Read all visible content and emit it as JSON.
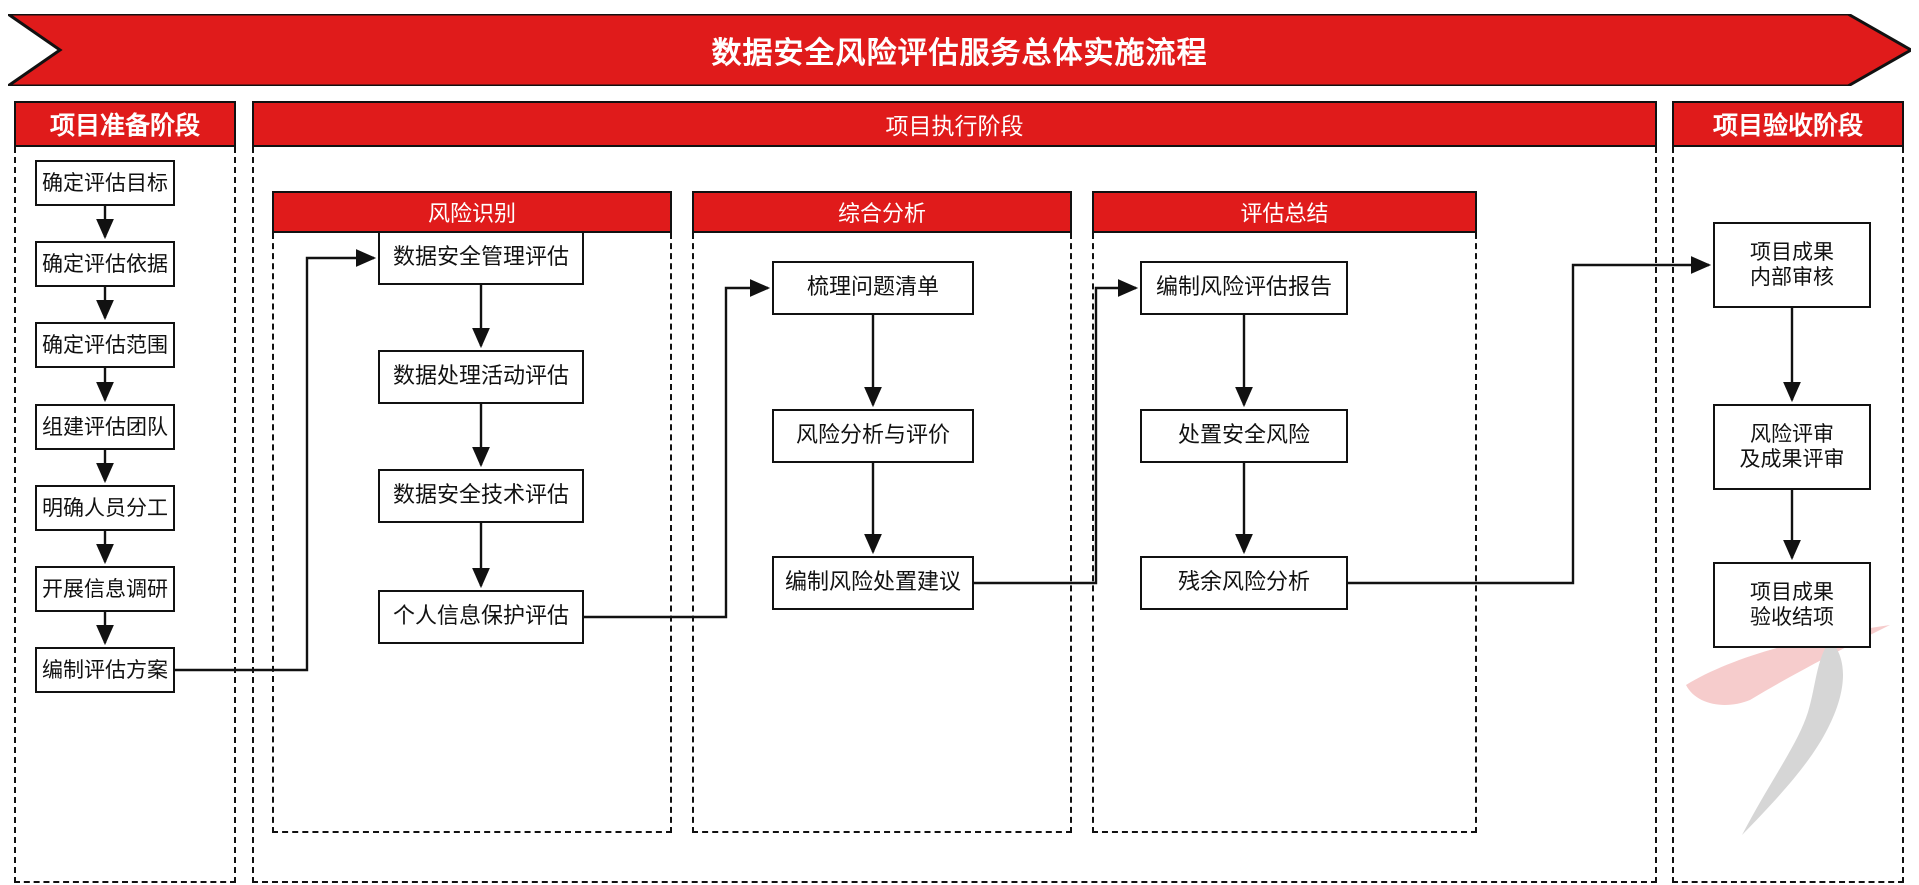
{
  "title": "数据安全风险评估服务总体实施流程",
  "colors": {
    "brand_red": "#e01b1b",
    "outline": "#111111",
    "page_bg": "#ffffff",
    "watermark_pink": "#f6cccc",
    "watermark_grey": "#d4d4d4"
  },
  "phases": {
    "prepare": {
      "header": "项目准备阶段",
      "nodes": [
        "确定评估目标",
        "确定评估依据",
        "确定评估范围",
        "组建评估团队",
        "明确人员分工",
        "开展信息调研",
        "编制评估方案"
      ]
    },
    "execute": {
      "header": "项目执行阶段",
      "groups": [
        {
          "header": "风险识别",
          "nodes": [
            "数据安全管理评估",
            "数据处理活动评估",
            "数据安全技术评估",
            "个人信息保护评估"
          ]
        },
        {
          "header": "综合分析",
          "nodes": [
            "梳理问题清单",
            "风险分析与评价",
            "编制风险处置建议"
          ]
        },
        {
          "header": "评估总结",
          "nodes": [
            "编制风险评估报告",
            "处置安全风险",
            "残余风险分析"
          ]
        }
      ]
    },
    "accept": {
      "header": "项目验收阶段",
      "nodes": [
        "项目成果\n内部审核",
        "风险评审\n及成果评审",
        "项目成果\n验收结项"
      ]
    }
  },
  "flow": {
    "type": "flowchart",
    "direction": "left-to-right swimlanes with vertical sequences",
    "edges": [
      {
        "from": "确定评估目标",
        "to": "确定评估依据",
        "kind": "arrow-down"
      },
      {
        "from": "确定评估依据",
        "to": "确定评估范围",
        "kind": "arrow-down"
      },
      {
        "from": "确定评估范围",
        "to": "组建评估团队",
        "kind": "arrow-down"
      },
      {
        "from": "组建评估团队",
        "to": "明确人员分工",
        "kind": "arrow-down"
      },
      {
        "from": "明确人员分工",
        "to": "开展信息调研",
        "kind": "arrow-down"
      },
      {
        "from": "开展信息调研",
        "to": "编制评估方案",
        "kind": "arrow-down"
      },
      {
        "from": "编制评估方案",
        "to": "数据安全管理评估",
        "kind": "elbow-right-up"
      },
      {
        "from": "数据安全管理评估",
        "to": "数据处理活动评估",
        "kind": "arrow-down"
      },
      {
        "from": "数据处理活动评估",
        "to": "数据安全技术评估",
        "kind": "arrow-down"
      },
      {
        "from": "数据安全技术评估",
        "to": "个人信息保护评估",
        "kind": "arrow-down"
      },
      {
        "from": "个人信息保护评估",
        "to": "梳理问题清单",
        "kind": "elbow-right-up"
      },
      {
        "from": "梳理问题清单",
        "to": "风险分析与评价",
        "kind": "arrow-down"
      },
      {
        "from": "风险分析与评价",
        "to": "编制风险处置建议",
        "kind": "arrow-down"
      },
      {
        "from": "编制风险处置建议",
        "to": "编制风险评估报告",
        "kind": "elbow-right-up"
      },
      {
        "from": "编制风险评估报告",
        "to": "处置安全风险",
        "kind": "arrow-down"
      },
      {
        "from": "处置安全风险",
        "to": "残余风险分析",
        "kind": "arrow-down"
      },
      {
        "from": "残余风险分析",
        "to": "项目成果内部审核",
        "kind": "elbow-right-up"
      },
      {
        "from": "项目成果内部审核",
        "to": "风险评审及成果评审",
        "kind": "arrow-down"
      },
      {
        "from": "风险评审及成果评审",
        "to": "项目成果验收结项",
        "kind": "arrow-down"
      }
    ]
  }
}
